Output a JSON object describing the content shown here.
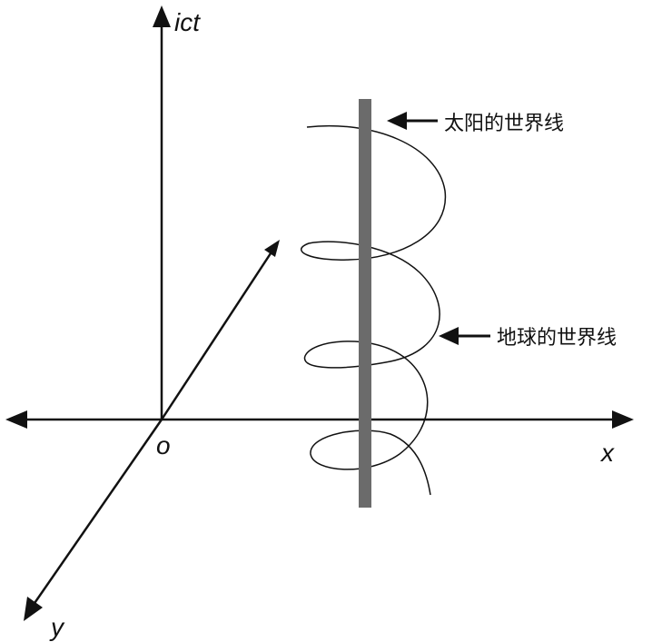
{
  "axes": {
    "ict_label": "ict",
    "x_label": "x",
    "y_label": "y",
    "origin_label": "o"
  },
  "annotations": {
    "sun_worldline": "太阳的世界线",
    "earth_worldline": "地球的世界线"
  },
  "colors": {
    "ink": "#111111",
    "sun_worldline": "#6b6b6b",
    "background": "#ffffff"
  }
}
